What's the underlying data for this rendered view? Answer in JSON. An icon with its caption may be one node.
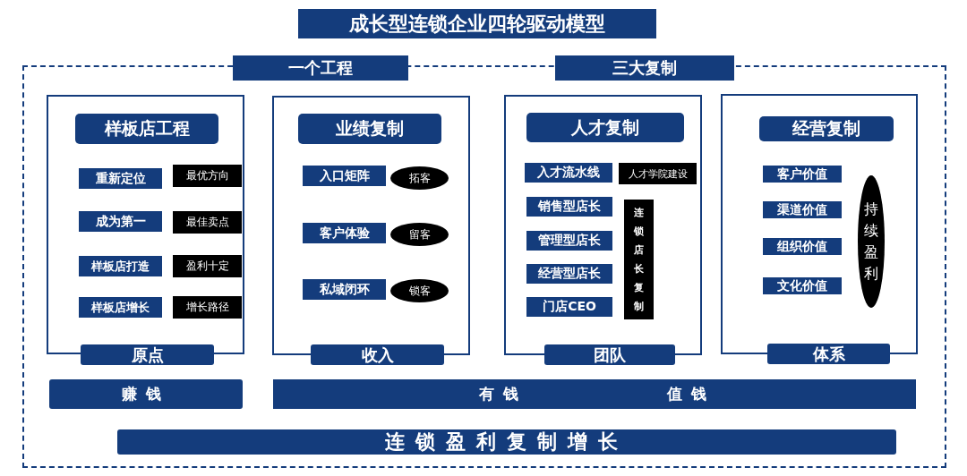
{
  "diagram": {
    "title": "成长型连锁企业四轮驱动模型",
    "nodes": [
      {
        "text": [
          "一个工程"
        ]
      },
      {
        "text": [
          "三大复制"
        ]
      },
      {
        "text": [
          "原点"
        ]
      },
      {
        "text": [
          "样板店工程"
        ],
        "in": 2
      },
      {
        "text": [
          "重新定位"
        ],
        "in": 2
      },
      {
        "text": [
          "最优方向"
        ],
        "in": 2
      },
      {
        "text": [
          "成为第一"
        ],
        "in": 2
      },
      {
        "text": [
          "最佳卖点"
        ],
        "in": 2
      },
      {
        "text": [
          "样板店打造"
        ],
        "in": 2
      },
      {
        "text": [
          "盈利十定"
        ],
        "in": 2
      },
      {
        "text": [
          "样板店增长"
        ],
        "in": 2
      },
      {
        "text": [
          "增长路径"
        ],
        "in": 2
      },
      {
        "text": [
          "收入"
        ]
      },
      {
        "text": [
          "业绩复制"
        ],
        "in": 12
      },
      {
        "text": [
          "入口矩阵"
        ],
        "in": 12
      },
      {
        "text": [
          "拓客"
        ],
        "in": 12
      },
      {
        "text": [
          "客户体验"
        ],
        "in": 12
      },
      {
        "text": [
          "留客"
        ],
        "in": 12
      },
      {
        "text": [
          "私域闭环"
        ],
        "in": 12
      },
      {
        "text": [
          "锁客"
        ],
        "in": 12
      },
      {
        "text": [
          "团队"
        ]
      },
      {
        "text": [
          "人才复制"
        ],
        "in": 20
      },
      {
        "text": [
          "入才流水线"
        ],
        "in": 20
      },
      {
        "text": [
          "人才学院建设"
        ],
        "in": 20
      },
      {
        "text": [
          "销售型店长"
        ],
        "in": 20
      },
      {
        "text": [
          "管理型店长"
        ],
        "in": 20
      },
      {
        "text": [
          "经营型店长"
        ],
        "in": 20
      },
      {
        "text": [
          "门店CEO"
        ],
        "in": 20
      },
      {
        "text": [
          "连锁店长复制"
        ],
        "in": 20
      },
      {
        "text": [
          "体系"
        ]
      },
      {
        "text": [
          "经营复制"
        ],
        "in": 29
      },
      {
        "text": [
          "客户价值"
        ],
        "in": 29
      },
      {
        "text": [
          "渠道价值"
        ],
        "in": 29
      },
      {
        "text": [
          "组织价值"
        ],
        "in": 29
      },
      {
        "text": [
          "文化价值"
        ],
        "in": 29
      },
      {
        "text": [
          "持续盈利"
        ],
        "in": 29
      },
      {
        "text": [
          "赚钱"
        ]
      },
      {
        "text": [
          "有钱",
          "值钱"
        ]
      },
      {
        "text": [
          "连锁盈利复制增长"
        ]
      }
    ]
  }
}
